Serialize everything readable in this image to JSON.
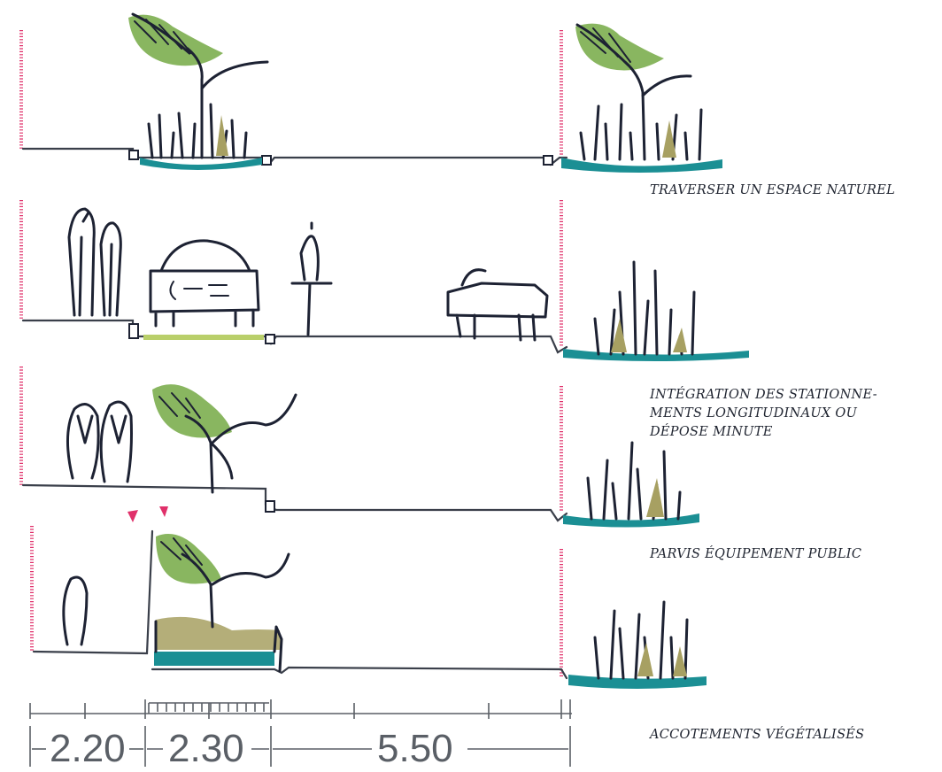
{
  "captions": {
    "section_1": "TRAVERSER UN ESPACE NATUREL",
    "section_2_line1": "INTÉGRATION DES STATIONNE-",
    "section_2_line2": "MENTS LONGITUDINAUX OU",
    "section_2_line3": "DÉPOSE MINUTE",
    "section_3": "PARVIS ÉQUIPEMENT PUBLIC",
    "section_4": "ACCOTEMENTS VÉGÉTALISÉS"
  },
  "dimensions": {
    "sidewalk": "2.20",
    "planting_strip": "2.30",
    "roadway": "5.50"
  },
  "colors": {
    "ink": "#1d2233",
    "frontage_line": "#e0306a",
    "teal_water": "#1b8f94",
    "tree_green": "#7cae4f",
    "grass_olive": "#a7a062",
    "dimension_gray": "#5a5f66"
  }
}
